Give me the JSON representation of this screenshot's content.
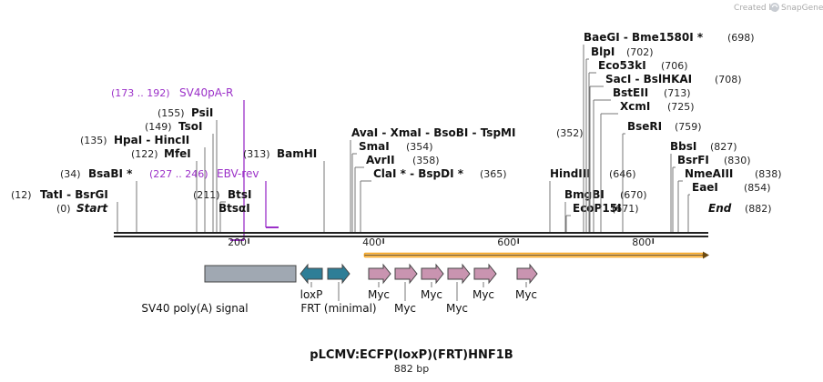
{
  "credit": "Created by",
  "brand": "SnapGene",
  "title": "pLCMV:ECFP(loxP)(FRT)HNF1B",
  "length_label": "882 bp",
  "sequence_length": 882,
  "ruler": {
    "ticks": [
      200,
      400,
      600,
      800
    ],
    "labels": [
      "200",
      "400",
      "600",
      "800"
    ]
  },
  "sites": [
    {
      "pos": 0,
      "pos_label": "(0)",
      "name": "Start",
      "italic": true
    },
    {
      "pos": 12,
      "pos_label": "(12)",
      "name": "TatI  -  BsrGI"
    },
    {
      "pos": 34,
      "pos_label": "(34)",
      "name": "BsaBI *"
    },
    {
      "pos": 122,
      "pos_label": "(122)",
      "name": "MfeI"
    },
    {
      "pos": 135,
      "pos_label": "(135)",
      "name": "HpaI  -  HincII"
    },
    {
      "pos": 149,
      "pos_label": "(149)",
      "name": "TsoI"
    },
    {
      "pos": 155,
      "pos_label": "(155)",
      "name": "PsiI"
    },
    {
      "pos": 211,
      "pos_label": "(211)",
      "name": "BtsI"
    },
    {
      "pos": 211,
      "pos_label": "",
      "name": "BtsαI"
    },
    {
      "pos": 313,
      "pos_label": "(313)",
      "name": "BamHI"
    },
    {
      "pos": 352,
      "pos_label": "(352)",
      "name": "AvaI  -  XmaI  -  BsoBI  -  TspMI"
    },
    {
      "pos": 354,
      "pos_label": "(354)",
      "name": "SmaI"
    },
    {
      "pos": 358,
      "pos_label": "(358)",
      "name": "AvrII"
    },
    {
      "pos": 365,
      "pos_label": "(365)",
      "name": "ClaI *  -  BspDI *"
    },
    {
      "pos": 646,
      "pos_label": "(646)",
      "name": "HindIII"
    },
    {
      "pos": 670,
      "pos_label": "(670)",
      "name": "BmgBI"
    },
    {
      "pos": 671,
      "pos_label": "(671)",
      "name": "EcoP15I"
    },
    {
      "pos": 698,
      "pos_label": "(698)",
      "name": "BaeGI  -  Bme1580I *"
    },
    {
      "pos": 702,
      "pos_label": "(702)",
      "name": "BlpI"
    },
    {
      "pos": 706,
      "pos_label": "(706)",
      "name": "Eco53kI"
    },
    {
      "pos": 708,
      "pos_label": "(708)",
      "name": "SacI  -  BslHKAI"
    },
    {
      "pos": 713,
      "pos_label": "(713)",
      "name": "BstEII"
    },
    {
      "pos": 725,
      "pos_label": "(725)",
      "name": "XcmI"
    },
    {
      "pos": 759,
      "pos_label": "(759)",
      "name": "BseRI"
    },
    {
      "pos": 827,
      "pos_label": "(827)",
      "name": "BbsI"
    },
    {
      "pos": 830,
      "pos_label": "(830)",
      "name": "BsrFI"
    },
    {
      "pos": 838,
      "pos_label": "(838)",
      "name": "NmeAIII"
    },
    {
      "pos": 854,
      "pos_label": "(854)",
      "name": "EaeI"
    },
    {
      "pos": 882,
      "pos_label": "(882)",
      "name": "End",
      "italic": true
    }
  ],
  "primers": [
    {
      "range_label": "(173 .. 192)",
      "name": "SV40pA-R",
      "start": 173,
      "end": 192,
      "direction": "reverse"
    },
    {
      "range_label": "(227 .. 246)",
      "name": "EBV-rev",
      "start": 227,
      "end": 246,
      "direction": "reverse"
    }
  ],
  "orf": {
    "start": 372,
    "end": 882,
    "direction": "forward",
    "color": "#f5a623"
  },
  "features": [
    {
      "name": "SV40 poly(A) signal",
      "kind": "box",
      "color": "#a0a8b2"
    },
    {
      "name": "loxP",
      "kind": "arrow-left",
      "color": "#2e7e97"
    },
    {
      "name": "FRT (minimal)",
      "kind": "arrow-right",
      "color": "#2e7e97"
    },
    {
      "name": "Myc",
      "kind": "arrow-right",
      "color": "#c994b0"
    },
    {
      "name": "Myc",
      "kind": "arrow-right",
      "color": "#c994b0"
    },
    {
      "name": "Myc",
      "kind": "arrow-right",
      "color": "#c994b0"
    },
    {
      "name": "Myc",
      "kind": "arrow-right",
      "color": "#c994b0"
    },
    {
      "name": "Myc",
      "kind": "arrow-right",
      "color": "#c994b0"
    },
    {
      "name": "Myc",
      "kind": "arrow-right",
      "color": "#c994b0"
    }
  ]
}
